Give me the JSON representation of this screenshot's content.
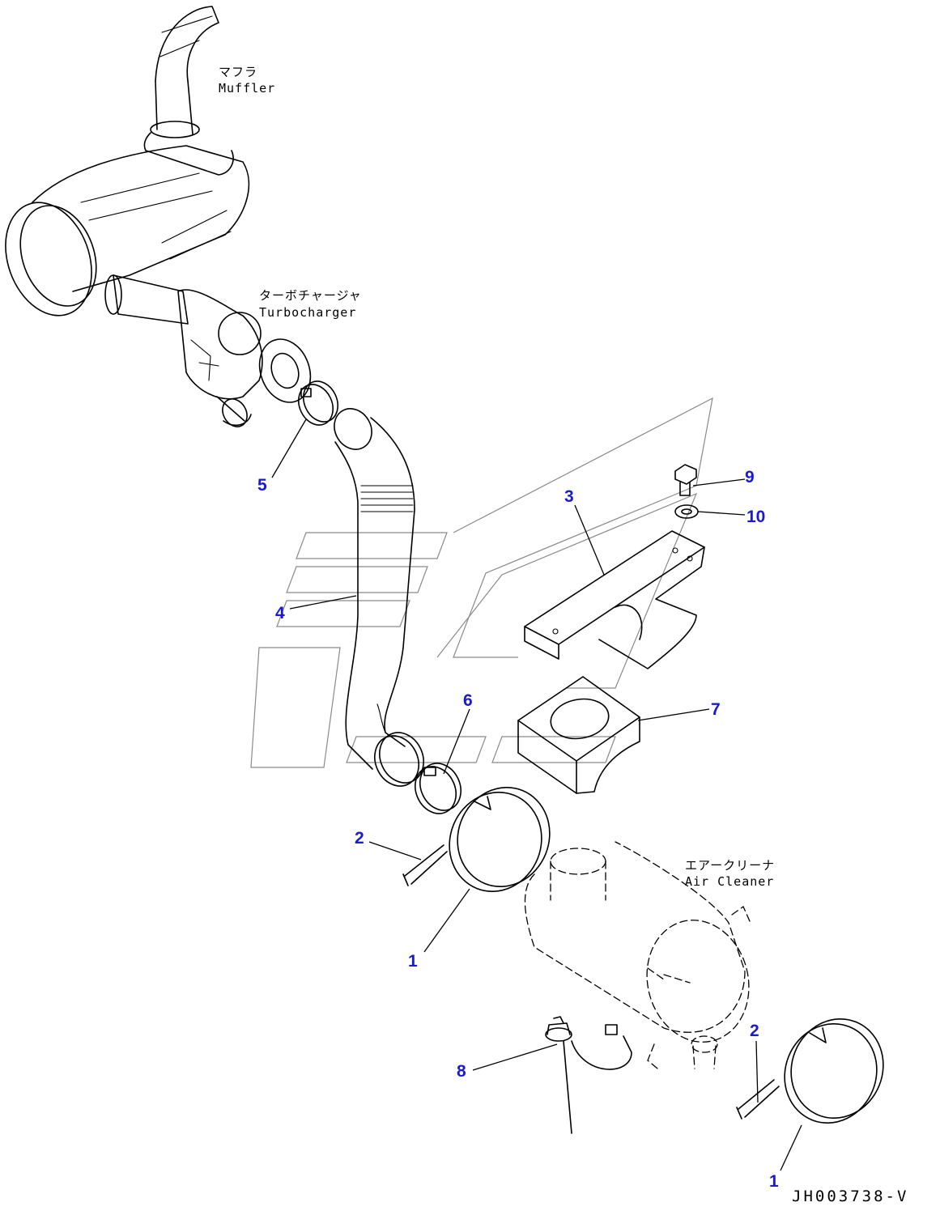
{
  "labels": {
    "muffler_ja": "マフラ",
    "muffler_en": "Muffler",
    "turbo_ja": "ターボチャージャ",
    "turbo_en": "Turbocharger",
    "cleaner_ja": "エアークリーナ",
    "cleaner_en": "Air Cleaner"
  },
  "callouts": {
    "c1a": "1",
    "c1b": "1",
    "c2a": "2",
    "c2b": "2",
    "c3": "3",
    "c4": "4",
    "c5": "5",
    "c6": "6",
    "c7": "7",
    "c8": "8",
    "c9": "9",
    "c10": "10"
  },
  "drawing_code": "JH003738-V",
  "colors": {
    "callout": "#1a1ad6",
    "line": "#000000",
    "watermark": "#8a8a8a"
  }
}
